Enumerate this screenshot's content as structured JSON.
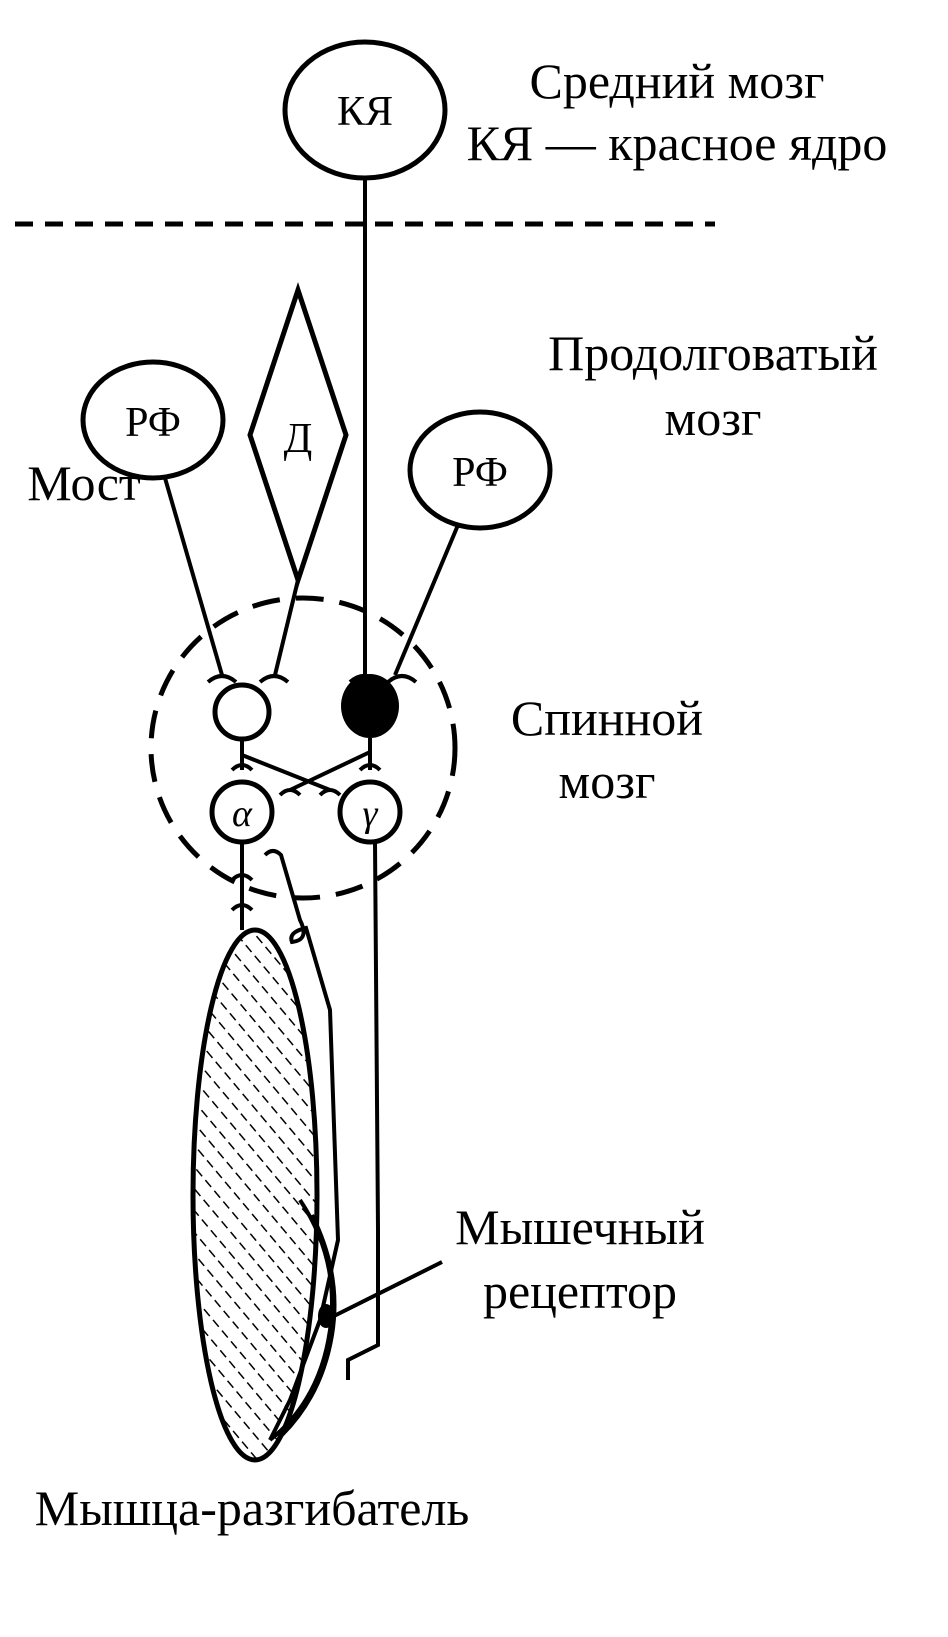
{
  "labels": {
    "midbrain": "Средний мозг",
    "red_nucleus_legend": "КЯ — красное ядро",
    "medulla_line1": "Продолговатый",
    "medulla_line2": "мозг",
    "pons": "Мост",
    "spinal_line1": "Спинной",
    "spinal_line2": "мозг",
    "receptor_line1": "Мышечный",
    "receptor_line2": "рецептор",
    "muscle": "Мышца-разгибатель"
  },
  "nodes": {
    "red_nucleus": "КЯ",
    "rf_left": "РФ",
    "rf_right": "РФ",
    "deiters": "Д",
    "alpha": "α",
    "gamma": "γ"
  },
  "colors": {
    "ink": "#000000",
    "background": "#ffffff"
  }
}
